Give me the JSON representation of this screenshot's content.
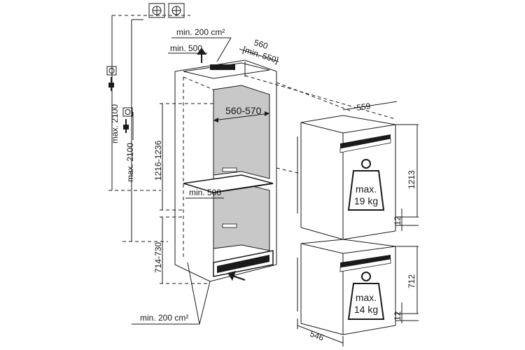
{
  "dimensions": {
    "max_2100_outer": "max. 2100",
    "max_2100_inner": "max. 2100",
    "niche_depth": "560",
    "niche_depth_min": "[min. 550]",
    "vent_top": "min. 200 cm²",
    "vent_top_depth": "min. 500",
    "niche_width": "560-570",
    "niche_upper_height": "1216-1236",
    "shelf_depth": "min. 500",
    "niche_lower_height": "714-730",
    "vent_bottom": "min. 200 cm²",
    "upper_depth": "559",
    "upper_height": "1213",
    "upper_gap": "12",
    "lower_height": "712",
    "lower_gap": "12",
    "lower_depth": "546"
  },
  "weights": {
    "upper_max_label": "max.",
    "upper_max_value": "19 kg",
    "lower_max_label": "max.",
    "lower_max_value": "14 kg"
  },
  "icons": [
    "ground-socket-icon",
    "plug-icon",
    "weight-icon",
    "airflow-arrow-icon"
  ]
}
